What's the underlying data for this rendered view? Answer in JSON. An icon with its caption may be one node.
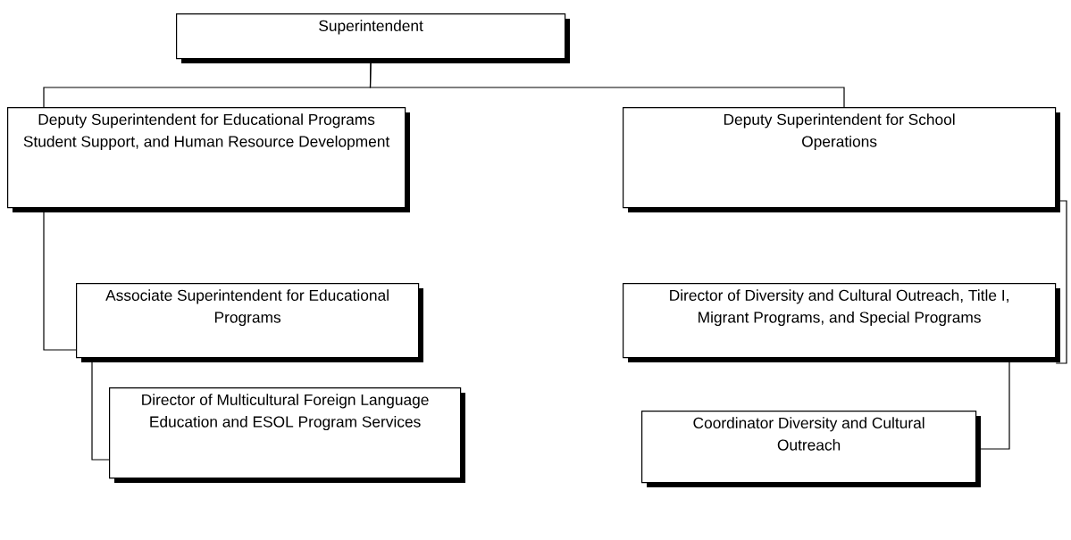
{
  "diagram": {
    "nodes": [
      {
        "text": [
          "Superintendent"
        ]
      },
      {
        "text": [
          "Deputy Superintendent for Educational Programs Student Support, and Human Resource Development"
        ]
      },
      {
        "text": [
          "Deputy Superintendent for School Operations"
        ]
      },
      {
        "text": [
          "Associate Superintendent for Educational Programs"
        ]
      },
      {
        "text": [
          "Director of Multicultural Foreign Language Education and ESOL Program Services"
        ]
      },
      {
        "text": [
          "Director of Diversity and Cultural Outreach, Title I, Migrant Programs, and Special Programs"
        ]
      },
      {
        "text": [
          "Coordinator Diversity and Cultural Outreach"
        ]
      }
    ],
    "edges": [
      {
        "from": 0,
        "to": 1,
        "arrow": "none"
      },
      {
        "from": 0,
        "to": 2,
        "arrow": "none"
      },
      {
        "from": 1,
        "to": 3,
        "arrow": "none"
      },
      {
        "from": 3,
        "to": 4,
        "arrow": "none"
      },
      {
        "from": 2,
        "to": 5,
        "arrow": "none"
      },
      {
        "from": 5,
        "to": 6,
        "arrow": "none"
      }
    ]
  }
}
